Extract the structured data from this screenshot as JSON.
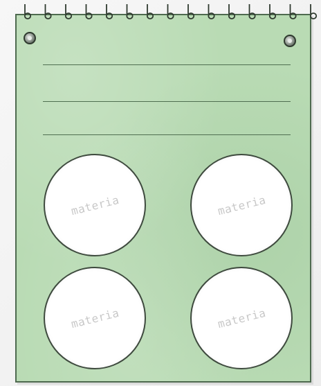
{
  "notepad": {
    "background_color": "#b9dbb4",
    "border_color": "#4e6a4f",
    "spiral_count": 15,
    "rivet_icon": "rivet-icon",
    "writing_lines_count": 3,
    "circles": [
      {
        "label": "materia"
      },
      {
        "label": "materia"
      },
      {
        "label": "materia"
      },
      {
        "label": "materia"
      }
    ]
  }
}
